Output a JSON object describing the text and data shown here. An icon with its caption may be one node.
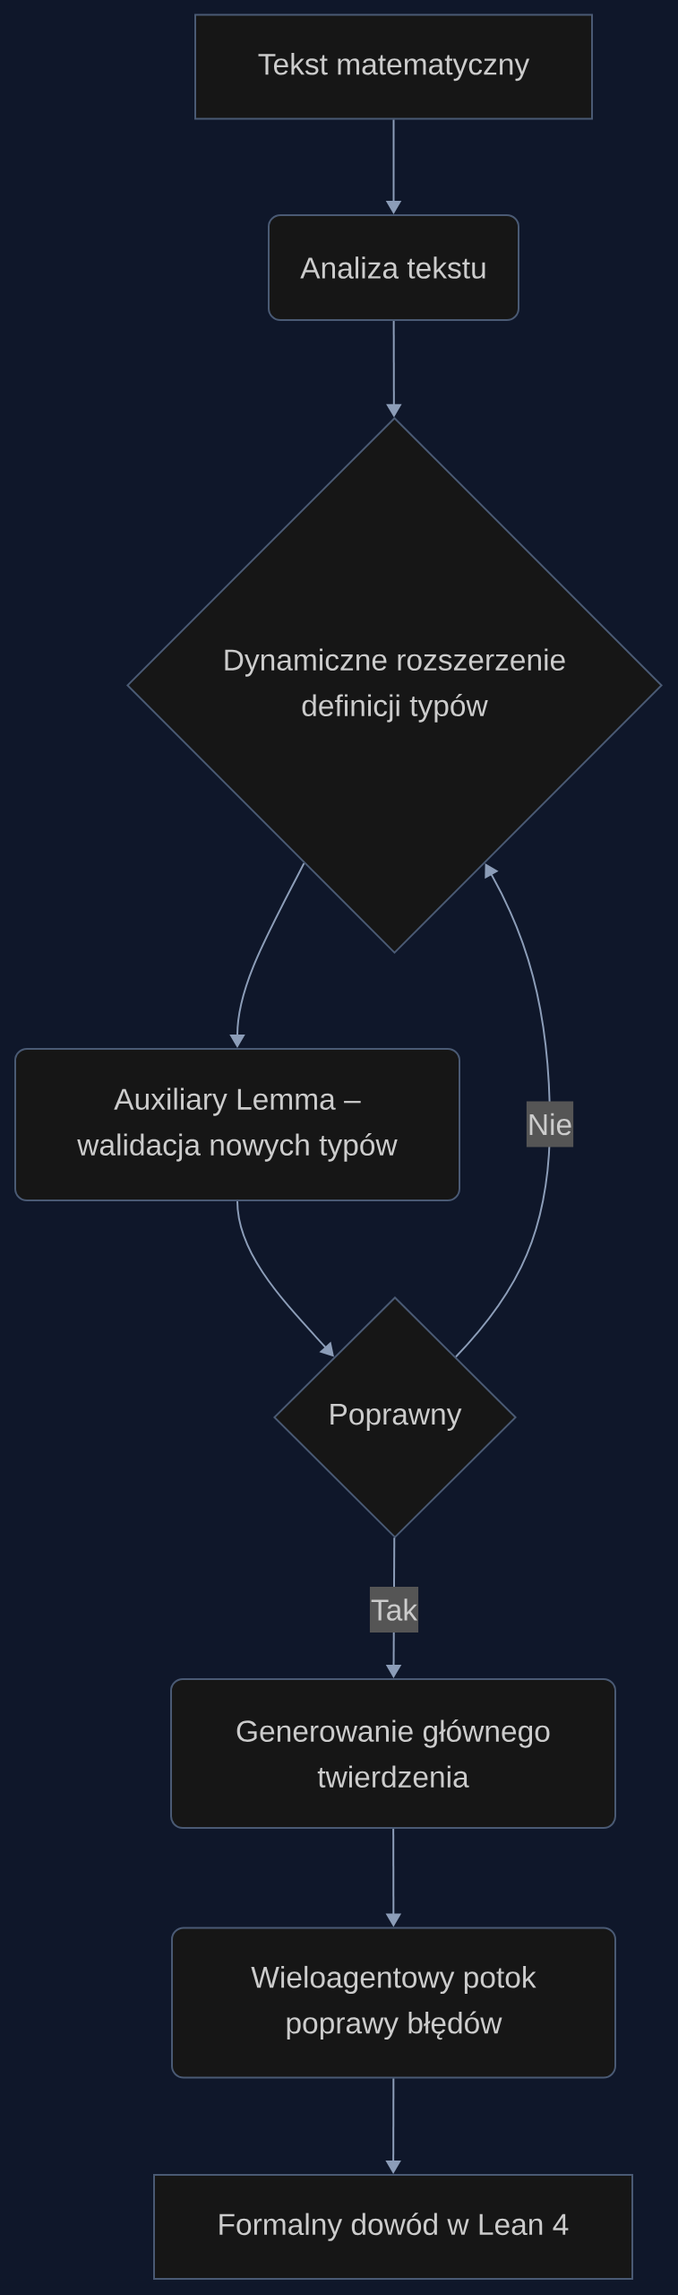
{
  "diagram": {
    "nodes": [
      {
        "text": [
          "Tekst matematyczny"
        ]
      },
      {
        "text": [
          "Analiza tekstu"
        ]
      },
      {
        "text": [
          "Dynamiczne rozszerzenie definicji typów"
        ]
      },
      {
        "text": [
          "Auxiliary Lemma – walidacja nowych typów"
        ]
      },
      {
        "text": [
          "Poprawny"
        ]
      },
      {
        "text": [
          "Generowanie głównego twierdzenia"
        ]
      },
      {
        "text": [
          "Wieloagentowy potok poprawy błędów"
        ]
      },
      {
        "text": [
          "Formalny dowód w Lean 4"
        ]
      }
    ],
    "edges": [
      {
        "from": 0,
        "to": 1,
        "arrow": "to"
      },
      {
        "from": 1,
        "to": 2,
        "arrow": "to"
      },
      {
        "from": 2,
        "to": 3,
        "arrow": "to"
      },
      {
        "from": 3,
        "to": 4,
        "arrow": "to"
      },
      {
        "from": 4,
        "to": 2,
        "arrow": "to",
        "label": "Nie"
      },
      {
        "from": 4,
        "to": 5,
        "arrow": "to",
        "label": "Tak"
      },
      {
        "from": 5,
        "to": 6,
        "arrow": "to"
      },
      {
        "from": 6,
        "to": 7,
        "arrow": "to"
      }
    ]
  }
}
